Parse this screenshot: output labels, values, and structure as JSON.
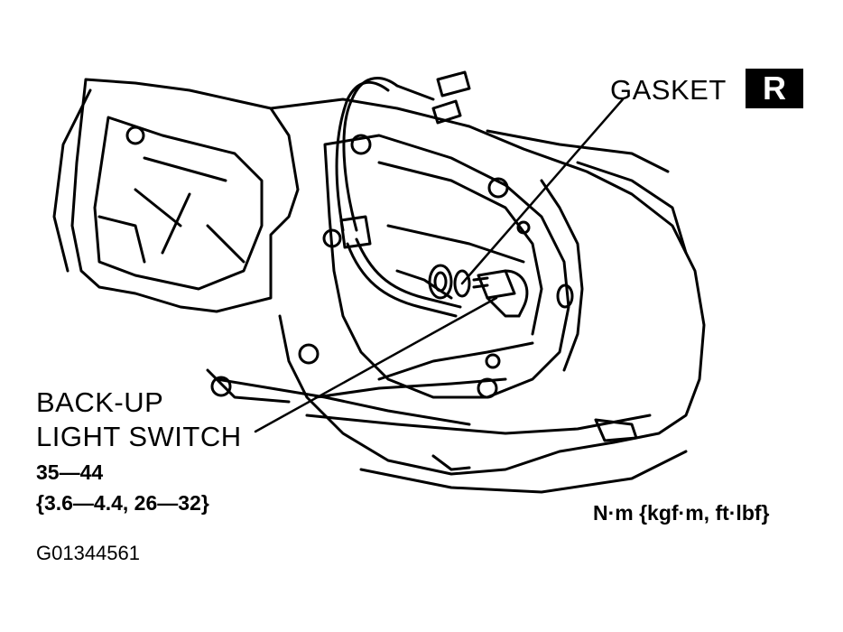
{
  "labels": {
    "gasket": "GASKET",
    "gasket_badge": "R",
    "switch_line1": "BACK-UP",
    "switch_line2": "LIGHT SWITCH",
    "torque_nm": "35—44",
    "torque_other": "{3.6—4.4, 26—32}",
    "units": "N·m {kgf·m, ft·lbf}",
    "figure_id": "G01344561"
  }
}
